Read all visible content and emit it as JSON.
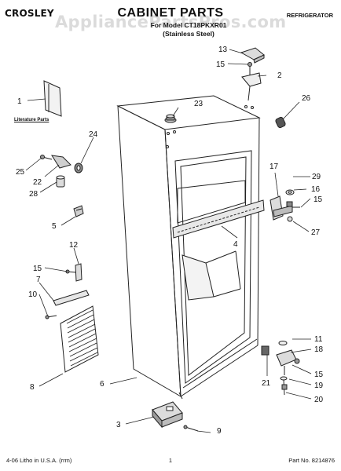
{
  "header": {
    "brand": "CROSLEY",
    "title": "CABINET PARTS",
    "model_line": "For Model CT18PKXR01",
    "subtitle": "(Stainless Steel)",
    "category": "REFRIGERATOR",
    "watermark": "AppliancePartsPros.com"
  },
  "literature_label": "Literature Parts",
  "footer": {
    "left": "4-06 Litho in U.S.A. (rrm)",
    "page": "1",
    "part_no": "Part No. 8214876"
  },
  "callouts": [
    {
      "id": "1",
      "label": "1"
    },
    {
      "id": "2",
      "label": "2"
    },
    {
      "id": "3",
      "label": "3"
    },
    {
      "id": "4",
      "label": "4"
    },
    {
      "id": "5",
      "label": "5"
    },
    {
      "id": "6",
      "label": "6"
    },
    {
      "id": "7",
      "label": "7"
    },
    {
      "id": "8",
      "label": "8"
    },
    {
      "id": "9",
      "label": "9"
    },
    {
      "id": "10",
      "label": "10"
    },
    {
      "id": "11",
      "label": "11"
    },
    {
      "id": "12",
      "label": "12"
    },
    {
      "id": "13",
      "label": "13"
    },
    {
      "id": "15a",
      "label": "15"
    },
    {
      "id": "15b",
      "label": "15"
    },
    {
      "id": "15c",
      "label": "15"
    },
    {
      "id": "15d",
      "label": "15"
    },
    {
      "id": "16",
      "label": "16"
    },
    {
      "id": "17",
      "label": "17"
    },
    {
      "id": "18",
      "label": "18"
    },
    {
      "id": "19",
      "label": "19"
    },
    {
      "id": "20",
      "label": "20"
    },
    {
      "id": "21",
      "label": "21"
    },
    {
      "id": "22",
      "label": "22"
    },
    {
      "id": "23",
      "label": "23"
    },
    {
      "id": "24",
      "label": "24"
    },
    {
      "id": "25",
      "label": "25"
    },
    {
      "id": "26",
      "label": "26"
    },
    {
      "id": "27",
      "label": "27"
    },
    {
      "id": "28",
      "label": "28"
    },
    {
      "id": "29",
      "label": "29"
    }
  ]
}
